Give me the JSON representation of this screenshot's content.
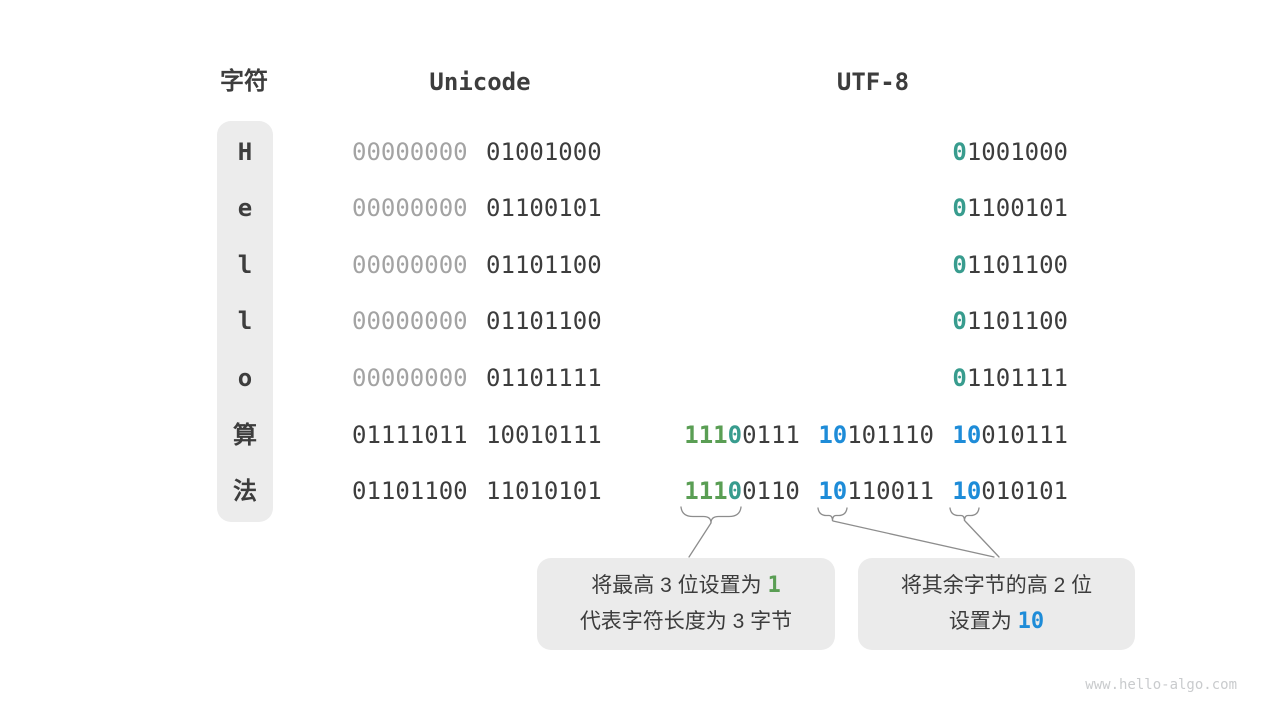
{
  "palette": {
    "dark_text": "#3d3d3d",
    "gray_bits": "#a3a3a3",
    "green_prefix": "#5a9e54",
    "teal_zero": "#389c8e",
    "blue_prefix": "#1e8cd8",
    "connector_line": "#8d8d8d",
    "char_pill_bg": "#ececec",
    "callout_bg": "#ebebeb",
    "watermark_text": "#c9cbcd"
  },
  "headers": {
    "char": "字符",
    "unicode": "Unicode",
    "utf8": "UTF-8"
  },
  "table": {
    "rows": [
      {
        "char": "H",
        "unicode": [
          {
            "t": "00000000",
            "c": "gray"
          },
          {
            "t": "01001000",
            "c": "dark"
          }
        ],
        "utf8": [
          [
            {
              "t": "0",
              "c": "teal"
            },
            {
              "t": "1001000",
              "c": "dark"
            }
          ]
        ]
      },
      {
        "char": "e",
        "unicode": [
          {
            "t": "00000000",
            "c": "gray"
          },
          {
            "t": "01100101",
            "c": "dark"
          }
        ],
        "utf8": [
          [
            {
              "t": "0",
              "c": "teal"
            },
            {
              "t": "1100101",
              "c": "dark"
            }
          ]
        ]
      },
      {
        "char": "l",
        "unicode": [
          {
            "t": "00000000",
            "c": "gray"
          },
          {
            "t": "01101100",
            "c": "dark"
          }
        ],
        "utf8": [
          [
            {
              "t": "0",
              "c": "teal"
            },
            {
              "t": "1101100",
              "c": "dark"
            }
          ]
        ]
      },
      {
        "char": "l",
        "unicode": [
          {
            "t": "00000000",
            "c": "gray"
          },
          {
            "t": "01101100",
            "c": "dark"
          }
        ],
        "utf8": [
          [
            {
              "t": "0",
              "c": "teal"
            },
            {
              "t": "1101100",
              "c": "dark"
            }
          ]
        ]
      },
      {
        "char": "o",
        "unicode": [
          {
            "t": "00000000",
            "c": "gray"
          },
          {
            "t": "01101111",
            "c": "dark"
          }
        ],
        "utf8": [
          [
            {
              "t": "0",
              "c": "teal"
            },
            {
              "t": "1101111",
              "c": "dark"
            }
          ]
        ]
      },
      {
        "char": "算",
        "unicode": [
          {
            "t": "01111011",
            "c": "dark"
          },
          {
            "t": "10010111",
            "c": "dark"
          }
        ],
        "utf8": [
          [
            {
              "t": "111",
              "c": "green"
            },
            {
              "t": "0",
              "c": "teal"
            },
            {
              "t": "0111",
              "c": "dark"
            }
          ],
          [
            {
              "t": "10",
              "c": "blue"
            },
            {
              "t": "101110",
              "c": "dark"
            }
          ],
          [
            {
              "t": "10",
              "c": "blue"
            },
            {
              "t": "010111",
              "c": "dark"
            }
          ]
        ]
      },
      {
        "char": "法",
        "unicode": [
          {
            "t": "01101100",
            "c": "dark"
          },
          {
            "t": "11010101",
            "c": "dark"
          }
        ],
        "utf8": [
          [
            {
              "t": "111",
              "c": "green"
            },
            {
              "t": "0",
              "c": "teal"
            },
            {
              "t": "0110",
              "c": "dark"
            }
          ],
          [
            {
              "t": "10",
              "c": "blue"
            },
            {
              "t": "110011",
              "c": "dark"
            }
          ],
          [
            {
              "t": "10",
              "c": "blue"
            },
            {
              "t": "010101",
              "c": "dark"
            }
          ]
        ]
      }
    ]
  },
  "callouts": [
    {
      "id": "leading-byte",
      "lines": [
        [
          {
            "t": "将最高 3 位设置为 "
          },
          {
            "t": "1",
            "c": "green",
            "mono": true
          }
        ],
        [
          {
            "t": "代表字符长度为 3 字节"
          }
        ]
      ]
    },
    {
      "id": "continuation-byte",
      "lines": [
        [
          {
            "t": "将其余字节的高 2 位"
          }
        ],
        [
          {
            "t": "设置为 "
          },
          {
            "t": "10",
            "c": "blue",
            "mono": true
          }
        ]
      ]
    }
  ],
  "watermark": "www.hello-algo.com"
}
